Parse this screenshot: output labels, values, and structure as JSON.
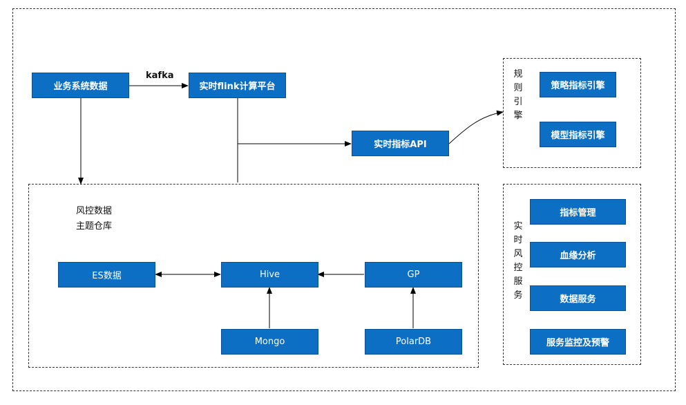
{
  "nodes": {
    "biz": "业务系统数据",
    "flink": "实时flink计算平台",
    "api": "实时指标API",
    "strategy": "策略指标引擎",
    "model": "模型指标引擎",
    "es": "ES数据",
    "hive": "Hive",
    "gp": "GP",
    "mongo": "Mongo",
    "polardb": "PolarDB",
    "metric": "指标管理",
    "lineage": "血缘分析",
    "dataservice": "数据服务",
    "monitor": "服务监控及预警"
  },
  "labels": {
    "kafka": "kafka",
    "warehouse_line1": "风控数据",
    "warehouse_line2": "主题仓库",
    "rule_engine": "规\n则\n引\n擎",
    "realtime_service": "实\n时\n风\n控\n服\n务"
  },
  "colors": {
    "box_fill": "#0d6fc4",
    "box_border": "#0a4f8f"
  }
}
